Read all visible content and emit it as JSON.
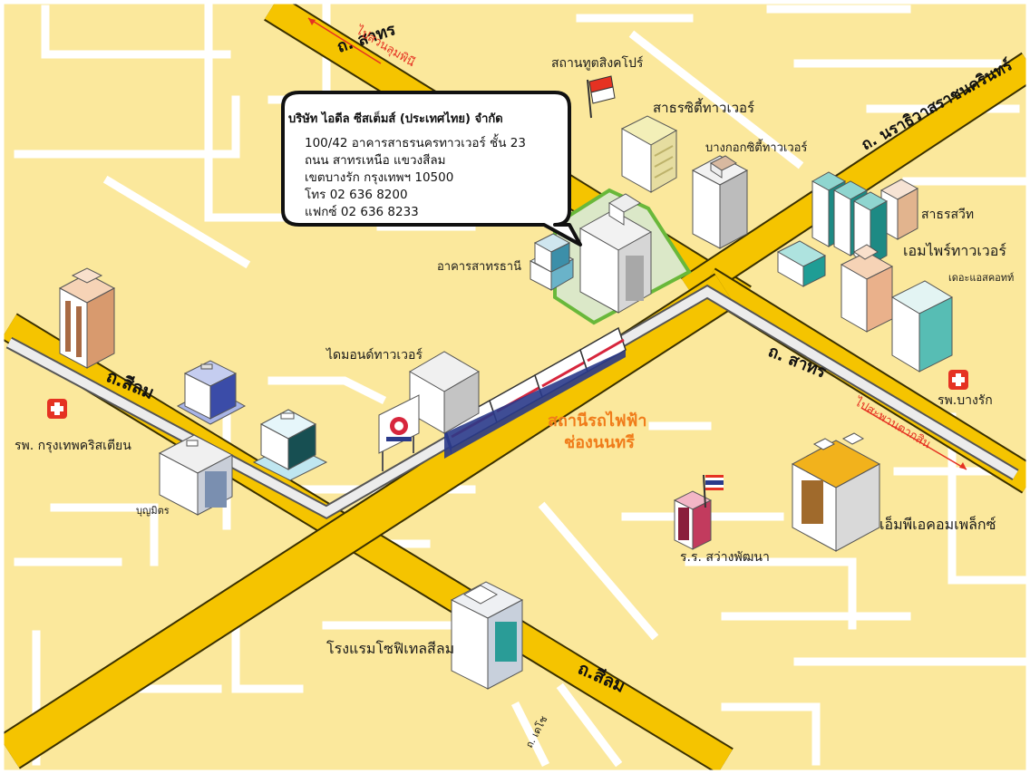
{
  "colors": {
    "background": "#fbe89c",
    "minor_road": "#ffffff",
    "major_road": "#f5c400",
    "road_outline": "#3a3000",
    "skytrain": "#e8e8e8",
    "highlight_outline": "#69b83a",
    "station_label": "#f07c1a",
    "direction_arrow": "#e53222",
    "hospital": "#e53222"
  },
  "callout": {
    "title": "บริษัท ไอดีล ซีสเต็มส์ (ประเทศไทย) จำกัด",
    "lines": [
      "100/42 อาคารสาธรนครทาวเวอร์ ชั้น 23",
      "ถนน สาทรเหนือ  แขวงสีลม",
      "เขตบางรัก กรุงเทพฯ 10500",
      "โทร 02 636 8200",
      "แฟกซ์ 02 636 8233"
    ]
  },
  "roads": {
    "sathorn_top": "ถ. สาทร",
    "sathorn_right": "ถ. สาทร",
    "narathiwat": "ถ. นราธิวาสราชนครินทร์",
    "silom_left": "ถ.สีลม",
    "silom_bottom": "ถ.สีลม",
    "decho": "ถ. เดโช"
  },
  "directions": {
    "lumpini": "ไปสวนลุมพินี",
    "taksin": "ไปสะพานตากสิน"
  },
  "station": {
    "line1": "สถานีรถไฟฟ้า",
    "line2": "ช่องนนทรี"
  },
  "places": {
    "singapore_embassy": "สถานทูตสิงคโปร์",
    "sathorn_city_tower": "สาธรซิตี้ทาวเวอร์",
    "bangkok_city_tower": "บางกอกซิตี้ทาวเวอร์",
    "sathorn_thani": "อาคารสาทรธานี",
    "sathorn_square": "สาธรสวีท",
    "empire_tower": "เอมไพร์ทาวเวอร์",
    "the_ascott": "เดอะแอสคอทท์",
    "diamond_tower": "ไดมอนด์ทาวเวอร์",
    "bangrak_hospital": "รพ.บางรัก",
    "christian_hospital": "รพ. กรุงเทพคริสเตียน",
    "boonmitr": "บุญมิตร",
    "mp_complex": "เอ็มพีเอคอมเพล็กซ์",
    "sawang_school": "ร.ร. สว่างพัฒนา",
    "sofitel": "โรงแรมโซฟิเทลสีลม"
  }
}
